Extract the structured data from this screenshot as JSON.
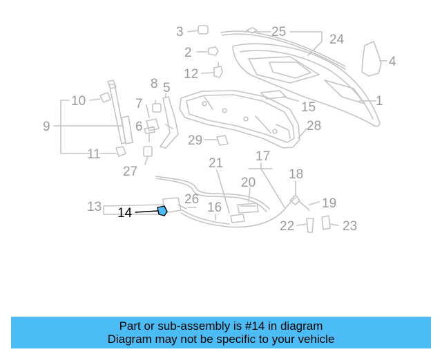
{
  "diagram": {
    "callouts": [
      {
        "id": "1",
        "label": "1"
      },
      {
        "id": "2",
        "label": "2"
      },
      {
        "id": "3",
        "label": "3"
      },
      {
        "id": "4",
        "label": "4"
      },
      {
        "id": "5",
        "label": "5"
      },
      {
        "id": "6",
        "label": "6"
      },
      {
        "id": "7",
        "label": "7"
      },
      {
        "id": "8",
        "label": "8"
      },
      {
        "id": "9",
        "label": "9"
      },
      {
        "id": "10",
        "label": "10"
      },
      {
        "id": "11",
        "label": "11"
      },
      {
        "id": "12",
        "label": "12"
      },
      {
        "id": "13",
        "label": "13"
      },
      {
        "id": "14",
        "label": "14"
      },
      {
        "id": "15",
        "label": "15"
      },
      {
        "id": "16",
        "label": "16"
      },
      {
        "id": "17",
        "label": "17"
      },
      {
        "id": "18",
        "label": "18"
      },
      {
        "id": "19",
        "label": "19"
      },
      {
        "id": "20",
        "label": "20"
      },
      {
        "id": "21",
        "label": "21"
      },
      {
        "id": "22",
        "label": "22"
      },
      {
        "id": "23",
        "label": "23"
      },
      {
        "id": "24",
        "label": "24"
      },
      {
        "id": "25",
        "label": "25"
      },
      {
        "id": "26",
        "label": "26"
      },
      {
        "id": "27",
        "label": "27"
      },
      {
        "id": "28",
        "label": "28"
      },
      {
        "id": "29",
        "label": "29"
      }
    ],
    "highlighted_part": "14",
    "colors": {
      "line": "#c4c4c4",
      "text_muted": "#9a9a9a",
      "highlight_text": "#000000",
      "highlight_part": "#4cbcf5"
    }
  },
  "banner": {
    "line1": "Part or sub-assembly is #14 in diagram",
    "line2": "Diagram may not be specific to your vehicle",
    "background": "#4cbcf5"
  }
}
